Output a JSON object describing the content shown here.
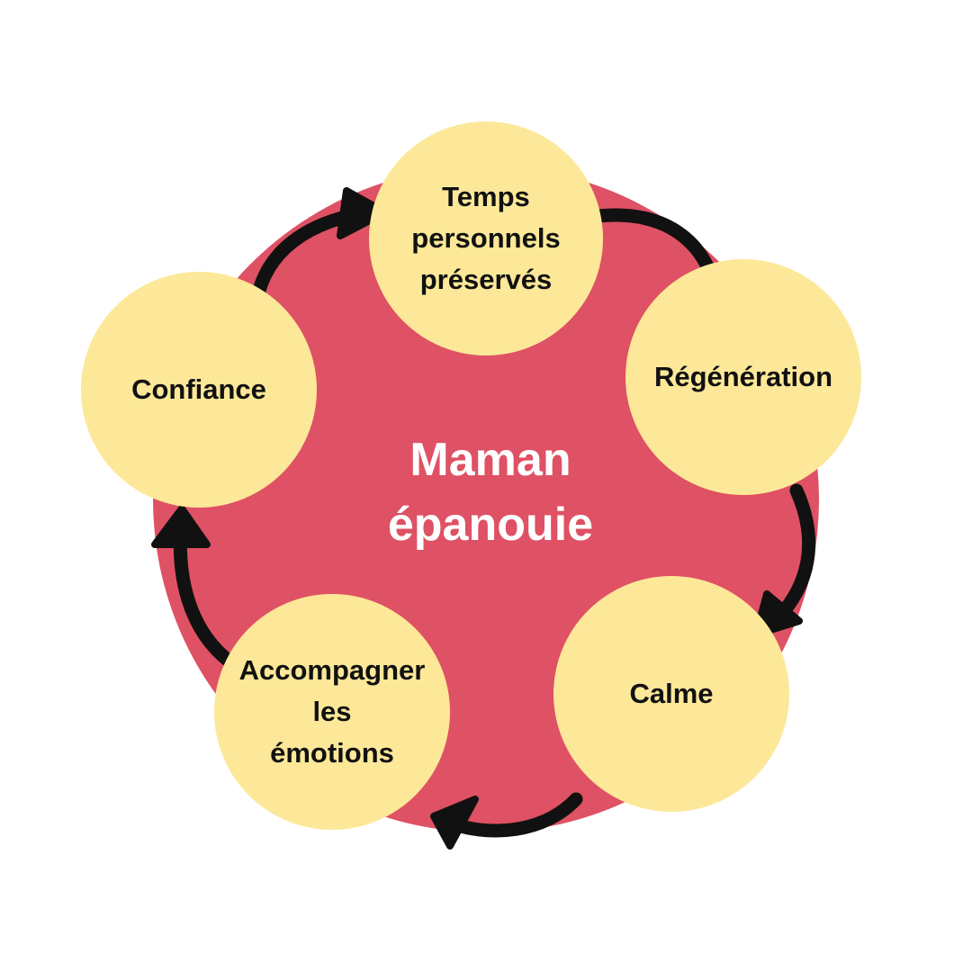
{
  "center": {
    "line1": "Maman",
    "line2": "épanouie"
  },
  "nodes": {
    "temps": {
      "line1": "Temps",
      "line2": "personnels",
      "line3": "préservés"
    },
    "regeneration": {
      "label": "Régénération"
    },
    "calme": {
      "label": "Calme"
    },
    "accompagner": {
      "line1": "Accompagner",
      "line2": "les",
      "line3": "émotions"
    },
    "confiance": {
      "label": "Confiance"
    }
  },
  "colors": {
    "background": "#ffffff",
    "center_circle": "#df5164",
    "node_circle": "#fce898",
    "arrow": "#111111",
    "center_text": "#ffffff",
    "node_text": "#111111"
  },
  "icons": {
    "arrow": "curved-arrow-icon"
  }
}
